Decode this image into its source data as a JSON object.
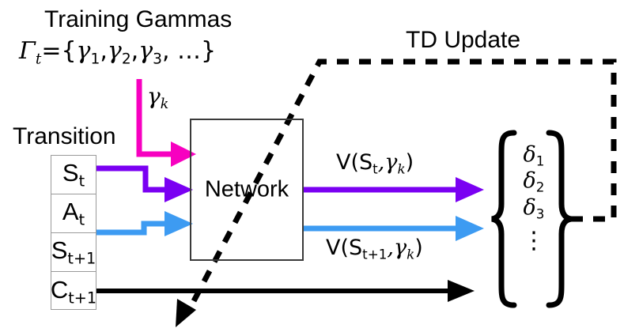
{
  "diagram": {
    "title_left": "Training Gammas",
    "title_right": "TD Update",
    "transition_heading": "Transition",
    "network_label": "Network",
    "gamma_set": {
      "lhs": "Γ",
      "lhs_sub": "t",
      "eq": "={",
      "items": [
        "γ",
        "γ",
        "γ"
      ],
      "item_subs": [
        "1",
        "2",
        "3"
      ],
      "ellipsis": ", …}"
    },
    "gamma_k_label": {
      "symbol": "γ",
      "sub": "k"
    },
    "transition_rows": [
      {
        "name": "state-t",
        "symbol": "S",
        "sub": "t"
      },
      {
        "name": "action-t",
        "symbol": "A",
        "sub": "t"
      },
      {
        "name": "state-t-plus-1",
        "symbol": "S",
        "sub": "t+1"
      },
      {
        "name": "cost-t-plus-1",
        "symbol": "C",
        "sub": "t+1"
      }
    ],
    "output_labels": [
      {
        "name": "value-state-t",
        "text": "V(S",
        "sub": "t",
        "tail": ",γ",
        "tail_sub": "k",
        "close": ")"
      },
      {
        "name": "value-state-t-plus-1",
        "text": "V(S",
        "sub": "t+1",
        "tail": ",γ",
        "tail_sub": "k",
        "close": ")"
      }
    ],
    "deltas": {
      "symbol": "δ",
      "subs": [
        "1",
        "2",
        "3"
      ],
      "vdots": "⋮"
    },
    "colors": {
      "magenta": "#f700c0",
      "purple": "#7a00f2",
      "blue": "#3d9bf2",
      "black": "#000000",
      "box_border": "#3a3a3a",
      "table_border": "#9a9a9a",
      "background": "#ffffff"
    }
  },
  "chart_data": {
    "type": "diagram",
    "title": "TD Update flow with training gammas",
    "nodes": [
      {
        "id": "training-gammas",
        "label": "Training Gammas"
      },
      {
        "id": "transition",
        "label": "Transition"
      },
      {
        "id": "network",
        "label": "Network"
      },
      {
        "id": "deltas",
        "label": "delta list"
      },
      {
        "id": "td-update",
        "label": "TD Update"
      }
    ],
    "edges": [
      {
        "from": "training-gammas",
        "to": "network",
        "label": "gamma_k",
        "color": "#f700c0"
      },
      {
        "from": "transition.S_t",
        "to": "network",
        "label": "",
        "color": "#7a00f2"
      },
      {
        "from": "transition.S_t+1",
        "to": "network",
        "label": "",
        "color": "#3d9bf2"
      },
      {
        "from": "network",
        "to": "deltas",
        "label": "V(S_t,gamma_k)",
        "color": "#7a00f2"
      },
      {
        "from": "network",
        "to": "deltas",
        "label": "V(S_t+1,gamma_k)",
        "color": "#3d9bf2"
      },
      {
        "from": "transition.C_t+1",
        "to": "deltas",
        "label": "",
        "color": "#000000"
      },
      {
        "from": "deltas",
        "to": "network",
        "label": "TD Update",
        "color": "#000000",
        "style": "dashed"
      }
    ]
  }
}
